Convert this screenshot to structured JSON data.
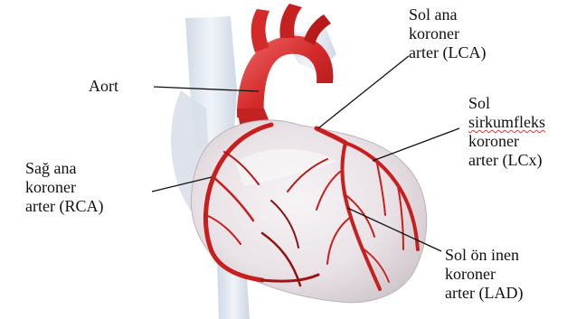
{
  "labels": {
    "aort": [
      "Aort"
    ],
    "lca": [
      "Sol ana",
      "koroner",
      "arter (LCA)"
    ],
    "lcx": [
      "Sol",
      "sirkumfleks",
      "koroner",
      "arter (LCx)"
    ],
    "rca": [
      "Sağ ana",
      "koroner",
      "arter (RCA)"
    ],
    "lad": [
      "Sol ön inen",
      "koroner",
      "arter (LAD)"
    ]
  },
  "colors": {
    "artery": "#c81e1e",
    "artery_dark": "#8f1212",
    "heart_tissue": "#ece7ea",
    "vessel_body": "#dde5ef",
    "leader_line": "#111111",
    "spellcheck_underline": "#d33c3c"
  }
}
